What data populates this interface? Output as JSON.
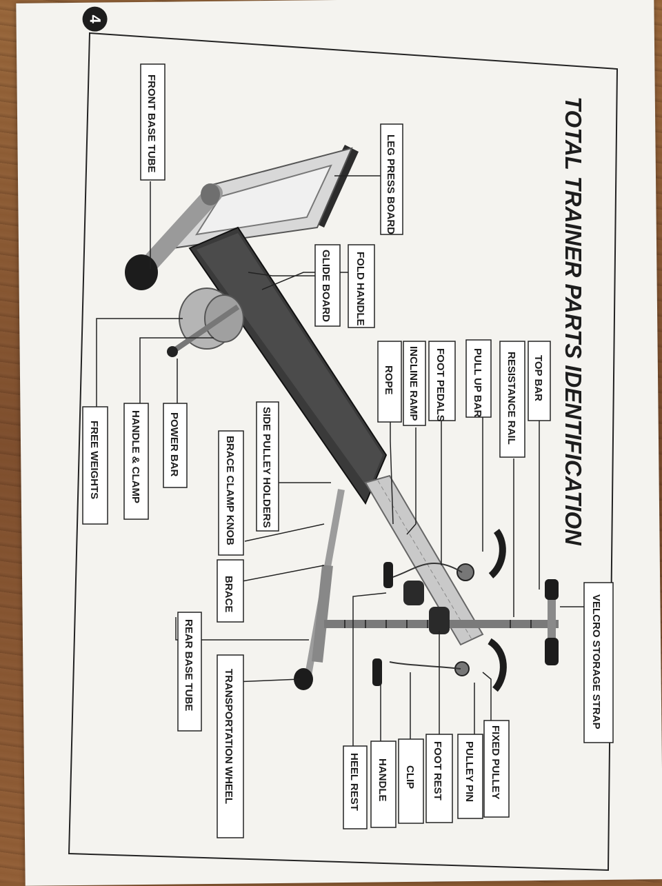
{
  "page_number": "4",
  "title": "TOTAL TRAINER PARTS IDENTIFICATION",
  "labels": {
    "velcro_storage_strap": "VELCRO STORAGE STRAP",
    "top_bar": "TOP BAR",
    "resistance_rail": "RESISTANCE RAIL",
    "pull_up_bar": "PULL UP BAR",
    "foot_pedals": "FOOT PEDALS",
    "incline_ramp": "INCLINE RAMP",
    "rope": "ROPE",
    "fold_handle": "FOLD HANDLE",
    "glide_board": "GLIDE BOARD",
    "leg_press_board": "LEG PRESS BOARD",
    "front_base_tube": "FRONT BASE TUBE",
    "power_bar": "POWER BAR",
    "handle_clamp": "HANDLE & CLAMP",
    "free_weights": "FREE WEIGHTS",
    "side_pulley_holders": "SIDE PULLEY HOLDERS",
    "brace_clamp_knob": "BRACE CLAMP KNOB",
    "brace": "BRACE",
    "rear_base_tube": "REAR BASE TUBE",
    "transportation_wheel": "TRANSPORTATION WHEEL",
    "heel_rest": "HEEL REST",
    "handle": "HANDLE",
    "clip": "CLIP",
    "foot_rest": "FOOT REST",
    "pulley_pin": "PULLEY PIN",
    "fixed_pulley": "FIXED PULLEY"
  }
}
